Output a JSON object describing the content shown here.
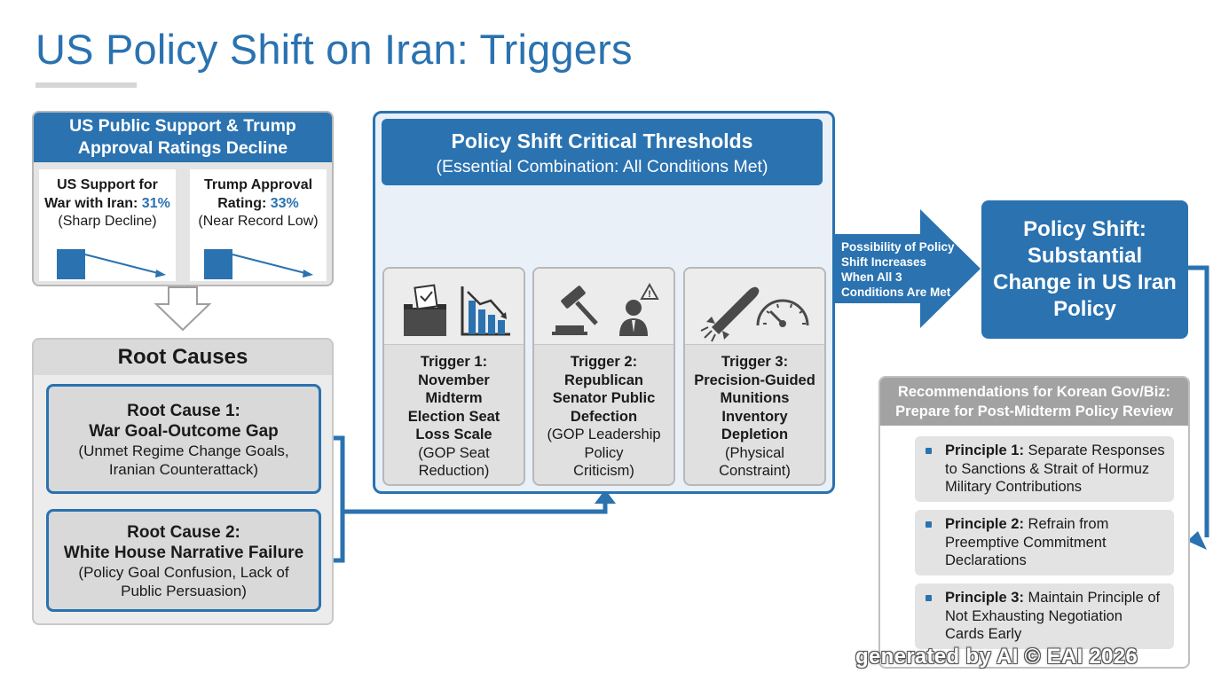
{
  "title": "US Policy Shift on Iran: Triggers",
  "public_support": {
    "header_line1": "US Public Support & Trump",
    "header_line2": "Approval Ratings Decline",
    "war_support": {
      "line1": "US Support for",
      "line2_label": "War with Iran: ",
      "value": "31%",
      "line3": "(Sharp Decline)"
    },
    "trump_approval": {
      "line1": "Trump Approval",
      "line2_label": "Rating: ",
      "value": "33%",
      "line3": "(Near Record Low)"
    }
  },
  "root_causes": {
    "header": "Root Causes",
    "items": [
      {
        "title_line1": "Root Cause 1:",
        "title_line2": "War Goal-Outcome Gap",
        "desc_line1": "(Unmet Regime Change Goals,",
        "desc_line2": "Iranian Counterattack)"
      },
      {
        "title_line1": "Root Cause 2:",
        "title_line2": "White House Narrative Failure",
        "desc_line1": "(Policy Goal Confusion, Lack of",
        "desc_line2": "Public Persuasion)"
      }
    ]
  },
  "thresholds": {
    "title": "Policy Shift Critical Thresholds",
    "subtitle": "(Essential Combination: All Conditions Met)",
    "triggers": [
      {
        "icons": [
          "ballot-box-icon",
          "declining-bar-chart-icon"
        ],
        "lines": [
          "Trigger 1:",
          "November",
          "Midterm",
          "Election Seat",
          "Loss Scale"
        ],
        "note": [
          "(GOP Seat",
          "Reduction)"
        ]
      },
      {
        "icons": [
          "gavel-icon",
          "senator-warning-icon"
        ],
        "lines": [
          "Trigger 2:",
          "Republican",
          "Senator Public",
          "Defection"
        ],
        "note": [
          "(GOP Leadership",
          "Policy",
          "Criticism)"
        ]
      },
      {
        "icons": [
          "missile-icon",
          "gauge-icon"
        ],
        "lines": [
          "Trigger 3:",
          "Precision-Guided",
          "Munitions",
          "Inventory",
          "Depletion"
        ],
        "note": [
          "(Physical",
          "Constraint)"
        ]
      }
    ]
  },
  "arrow_label": [
    "Possibility of Policy",
    "Shift Increases",
    "When All 3",
    "Conditions Are Met"
  ],
  "result": [
    "Policy Shift:",
    "Substantial",
    "Change in US Iran",
    "Policy"
  ],
  "recommendations": {
    "header_line1": "Recommendations for Korean Gov/Biz:",
    "header_line2": "Prepare for Post-Midterm Policy Review",
    "items": [
      {
        "label": "Principle 1:",
        "text_lead": " Separate Responses",
        "text_rest": [
          "to Sanctions & Strait of Hormuz",
          "Military Contributions"
        ]
      },
      {
        "label": "Principle 2:",
        "text_lead": " Refrain from",
        "text_rest": [
          "Preemptive Commitment",
          "Declarations"
        ]
      },
      {
        "label": "Principle 3:",
        "text_lead": " Maintain Principle of",
        "text_rest": [
          "Not Exhausting Negotiation",
          "Cards Early"
        ]
      }
    ]
  },
  "watermark": "generated by AI © EAI 2026",
  "colors": {
    "accent": "#2a72b0",
    "panel_gray": "#e4e4e4",
    "header_gray": "#a2a2a2"
  }
}
